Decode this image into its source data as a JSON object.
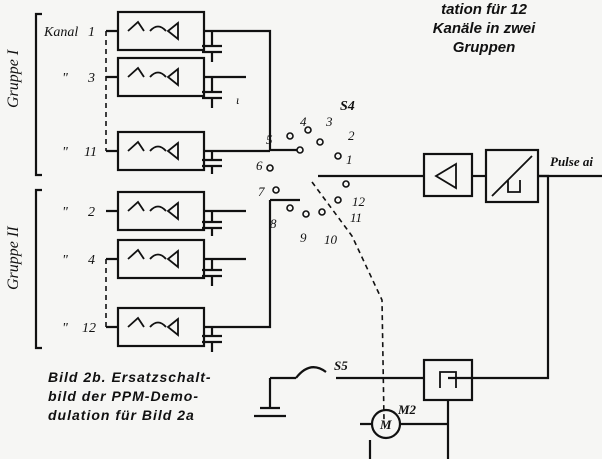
{
  "top_caption": {
    "line1": "tation für 12",
    "line2": "Kanäle in zwei",
    "line3": "Gruppen"
  },
  "figure_caption": {
    "line1": "Bild 2b. Ersatzschalt-",
    "line2": "bild der PPM-Demo-",
    "line3": "dulation für Bild 2a"
  },
  "groups": {
    "g1": "Gruppe I",
    "g2": "Gruppe II"
  },
  "channels": {
    "kanal_prefix": "Kanal",
    "ditto": "\"",
    "ditto2": "\"",
    "ditto3": "\"",
    "ditto4": "\"",
    "ditto5": "\"",
    "c1": "1",
    "c3": "3",
    "c11": "11",
    "c2": "2",
    "c4": "4",
    "c12": "12"
  },
  "switch": {
    "name": "S4",
    "contacts": [
      "1",
      "2",
      "3",
      "4",
      "5",
      "6",
      "7",
      "8",
      "9",
      "10",
      "11",
      "12"
    ]
  },
  "labels": {
    "pulse_in": "Pulse ai",
    "s5": "S5",
    "m2": "M2",
    "motor": "M",
    "small_mark": "ι"
  },
  "colors": {
    "ink": "#111111",
    "paper": "#f6f6f4"
  }
}
